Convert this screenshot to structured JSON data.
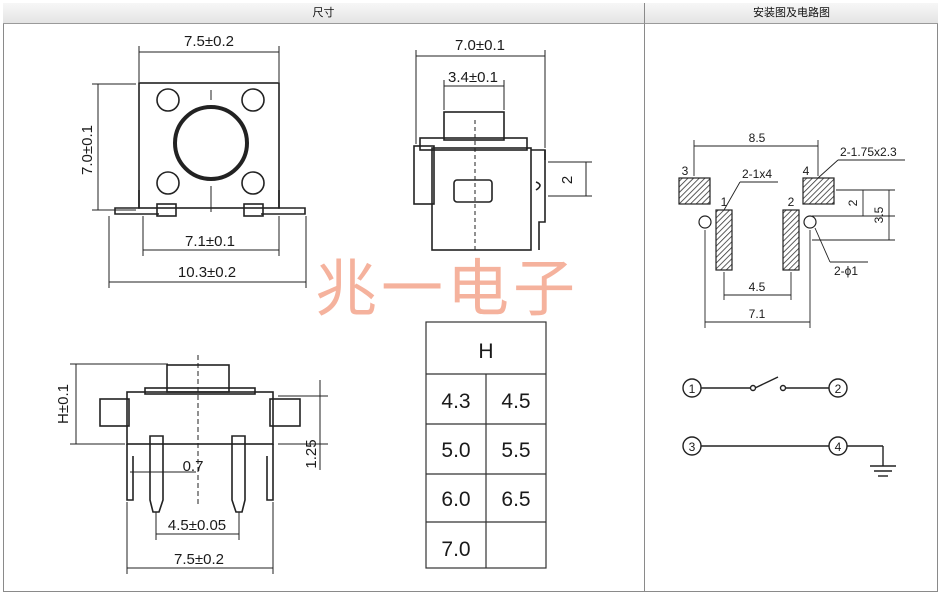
{
  "headers": {
    "dimensions": "尺寸",
    "mounting_circuit": "安装图及电路图"
  },
  "top_view": {
    "width": "7.5±0.2",
    "height": "7.0±0.1",
    "lead_span": "7.1±0.1",
    "total_width": "10.3±0.2"
  },
  "side_view": {
    "width": "7.0±0.1",
    "button_width": "3.4±0.1",
    "pin_offset": "2"
  },
  "front_view": {
    "height": "H±0.1",
    "pin_width": "0.7",
    "pin_height": "1.25",
    "pin_pitch": "4.5±0.05",
    "width": "7.5±0.2"
  },
  "height_table": {
    "header": "H",
    "values": [
      "4.3",
      "4.5",
      "5.0",
      "5.5",
      "6.0",
      "6.5",
      "7.0",
      ""
    ]
  },
  "watermark": "兆一电子",
  "pcb_layout": {
    "pad_span": "8.5",
    "pad_size": "2-1.75x2.3",
    "slot_size": "2-1x4",
    "pad3": "3",
    "pad4": "4",
    "slot1": "1",
    "slot2": "2",
    "dim_2": "2",
    "dim_35": "3.5",
    "hole": "2-ϕ1",
    "slot_pitch": "4.5",
    "total": "7.1"
  },
  "circuit": {
    "n1": "1",
    "n2": "2",
    "n3": "3",
    "n4": "4"
  }
}
